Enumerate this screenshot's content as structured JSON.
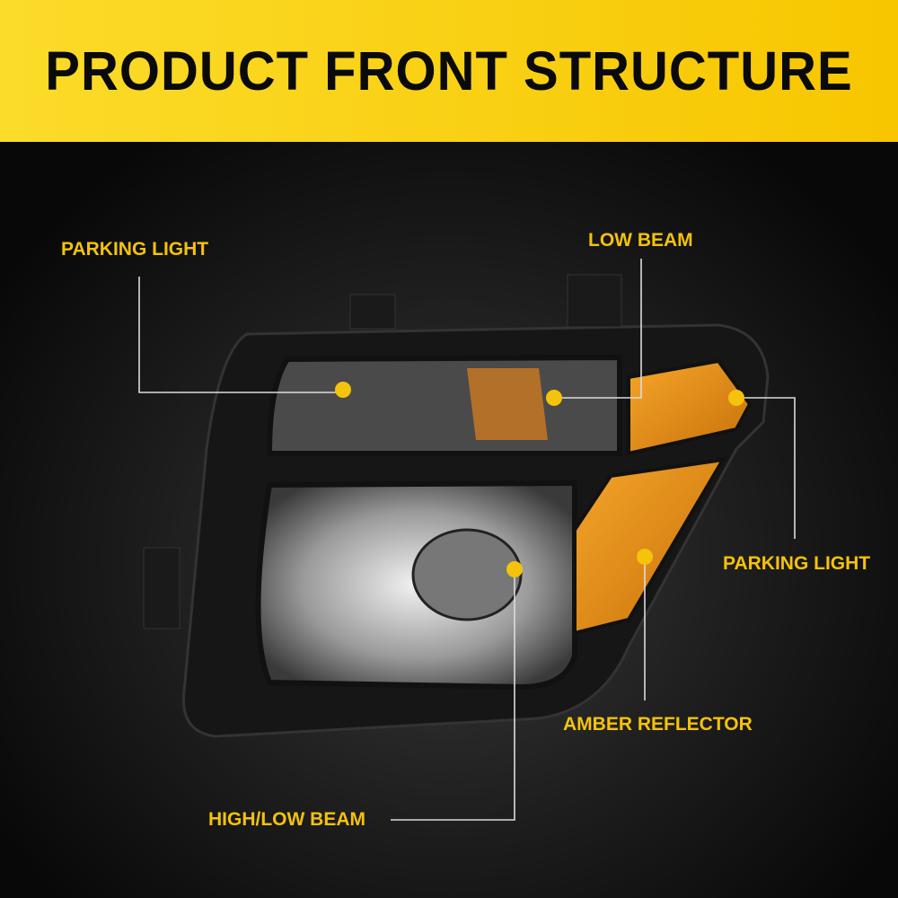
{
  "title": "PRODUCT FRONT STRUCTURE",
  "callouts": {
    "parking_light_left": "PARKING LIGHT",
    "low_beam": "LOW BEAM",
    "parking_light_right": "PARKING LIGHT",
    "amber_reflector": "AMBER REFLECTOR",
    "high_low_beam": "HIGH/LOW BEAM"
  },
  "colors": {
    "accent": "#f5c20c",
    "header": "#f9d41a",
    "amber": "#e8920a"
  }
}
